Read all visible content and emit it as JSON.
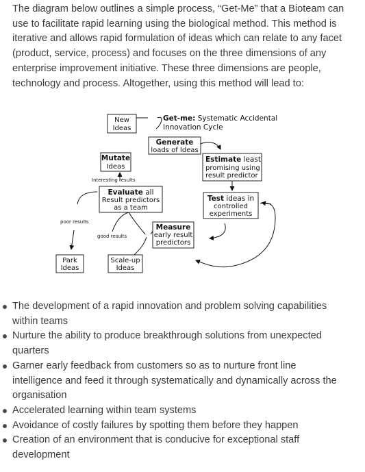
{
  "intro": "The diagram below outlines a simple process, “Get-Me” that a Bioteam can use to facilitate rapid learning using the biological method. This method is iterative and allows rapid formulation of ideas which can relate to any facet (product, service, process) and focuses on the three dimensions of any enterprise improvement initiative. These three dimensions are people, technology and process. Altogether, using this method will lead to:",
  "diagram": {
    "new_ideas": [
      "New",
      "Ideas"
    ],
    "getme_bold": "Get-me:",
    "getme_rest": " Systematic Accidental",
    "getme_line2": "Innovation Cycle",
    "generate_title": "Generate",
    "generate_sub": "loads of Ideas",
    "mutate_title": "Mutate",
    "mutate_sub": "Ideas",
    "estimate_bold": "Estimate",
    "estimate_rest": " least",
    "estimate_line2": "promising using",
    "estimate_line3": "result predictor",
    "interesting_results": "Interesting results",
    "evaluate_bold": "Evaluate",
    "evaluate_rest": " all",
    "evaluate_line2": "Result predictors",
    "evaluate_line3": "as a team",
    "test_bold": "Test",
    "test_rest": " ideas in",
    "test_line2": "controlled",
    "test_line3": "experiments",
    "poor_results": "poor results",
    "good_results": "good results",
    "measure_title": "Measure",
    "measure_line2": "early result",
    "measure_line3": "predictors",
    "park_ideas": [
      "Park",
      "Ideas"
    ],
    "scaleup_ideas": [
      "Scale-up",
      "Ideas"
    ]
  },
  "bullets": [
    "The development of a rapid innovation and problem solving capabilities within teams",
    "Nurture the ability to produce breakthrough solutions from unexpected quarters",
    "Garner early feedback from customers so as to nurture front line intelligence and feed it through systematically and dynamically across the organisation",
    "Accelerated learning within team systems",
    "Avoidance of costly failures by spotting them before they happen",
    "Creation of an environment that is conducive for exceptional staff development"
  ]
}
